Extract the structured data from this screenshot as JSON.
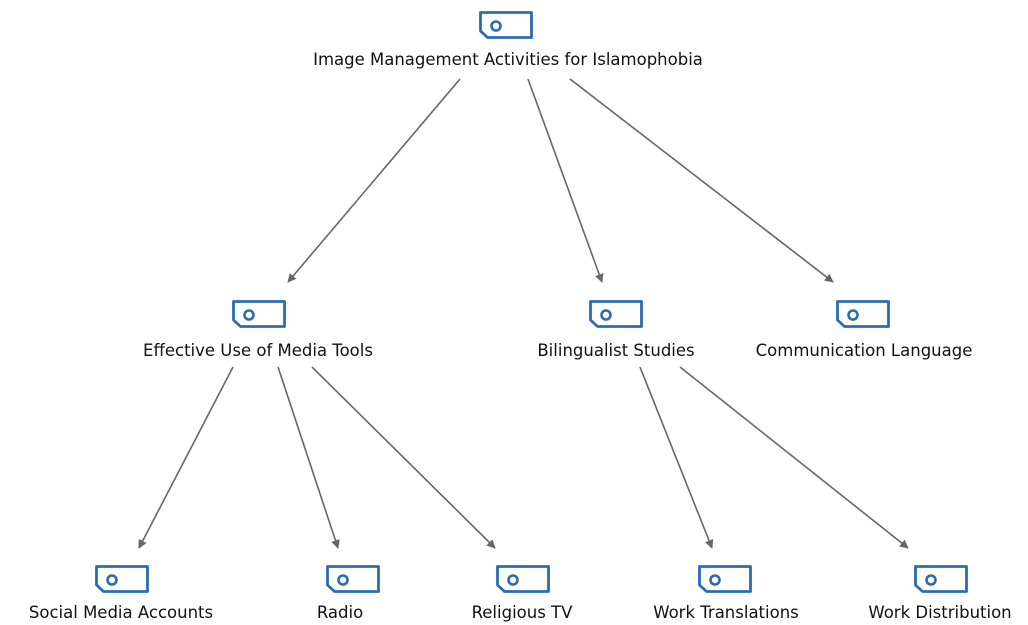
{
  "diagram": {
    "colors": {
      "icon": "#2b6cb0",
      "edge": "#666666",
      "text": "#111111"
    },
    "icon_name": "code-icon",
    "nodes": [
      {
        "id": "root",
        "label": "Image Management Activities for Islamophobia"
      },
      {
        "id": "media",
        "label": "Effective Use of Media Tools"
      },
      {
        "id": "bilingual",
        "label": "Bilingualist Studies"
      },
      {
        "id": "language",
        "label": "Communication Language"
      },
      {
        "id": "social",
        "label": "Social Media Accounts"
      },
      {
        "id": "radio",
        "label": "Radio"
      },
      {
        "id": "tv",
        "label": "Religious TV"
      },
      {
        "id": "translations",
        "label": "Work Translations"
      },
      {
        "id": "distribution",
        "label": "Work Distribution"
      }
    ],
    "edges": [
      {
        "from": "root",
        "to": "media"
      },
      {
        "from": "root",
        "to": "bilingual"
      },
      {
        "from": "root",
        "to": "language"
      },
      {
        "from": "media",
        "to": "social"
      },
      {
        "from": "media",
        "to": "radio"
      },
      {
        "from": "media",
        "to": "tv"
      },
      {
        "from": "bilingual",
        "to": "translations"
      },
      {
        "from": "bilingual",
        "to": "distribution"
      }
    ]
  }
}
